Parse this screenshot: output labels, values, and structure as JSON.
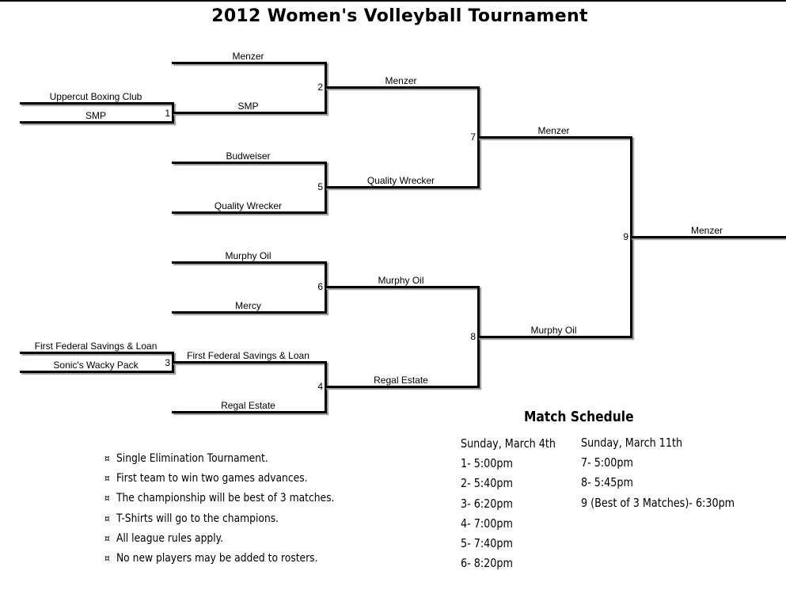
{
  "title": "2012 Women's Volleyball Tournament",
  "bracket": {
    "game1": {
      "team_top": "Uppercut Boxing Club",
      "team_bottom": "SMP",
      "number": "1"
    },
    "game2": {
      "team_top": "Menzer",
      "team_bottom": "SMP",
      "number": "2"
    },
    "game5": {
      "team_top": "Budweiser",
      "team_bottom": "Quality Wrecker",
      "number": "5"
    },
    "game6": {
      "team_top": "Murphy Oil",
      "team_bottom": "Mercy",
      "number": "6"
    },
    "game3": {
      "team_top": "First Federal Savings & Loan",
      "team_bottom": "Sonic's Wacky Pack",
      "number": "3"
    },
    "game4": {
      "team_top": "First Federal Savings & Loan",
      "team_bottom": "Regal Estate",
      "number": "4"
    },
    "game7": {
      "team_top": "Menzer",
      "team_bottom": "Quality Wrecker",
      "number": "7"
    },
    "game8": {
      "team_top": "Murphy Oil",
      "team_bottom": "Regal Estate",
      "number": "8"
    },
    "game9": {
      "team_top": "Menzer",
      "team_bottom": "Murphy Oil",
      "number": "9"
    },
    "champion": "Menzer"
  },
  "rules": [
    "Single Elimination Tournament.",
    "First team to win two games advances.",
    "The championship will be best of 3 matches.",
    "T-Shirts will go to the champions.",
    "All league rules apply.",
    "No new players may be added to rosters."
  ],
  "rule_bullet": "¤",
  "schedule": {
    "title": "Match Schedule",
    "day1": {
      "heading": "Sunday, March 4th",
      "matches": [
        "1- 5:00pm",
        "2- 5:40pm",
        "3- 6:20pm",
        "4- 7:00pm",
        "5- 7:40pm",
        "6- 8:20pm"
      ]
    },
    "day2": {
      "heading": "Sunday, March 11th",
      "matches": [
        "7- 5:00pm",
        "8- 5:45pm",
        "9 (Best of 3 Matches)- 6:30pm"
      ]
    }
  }
}
